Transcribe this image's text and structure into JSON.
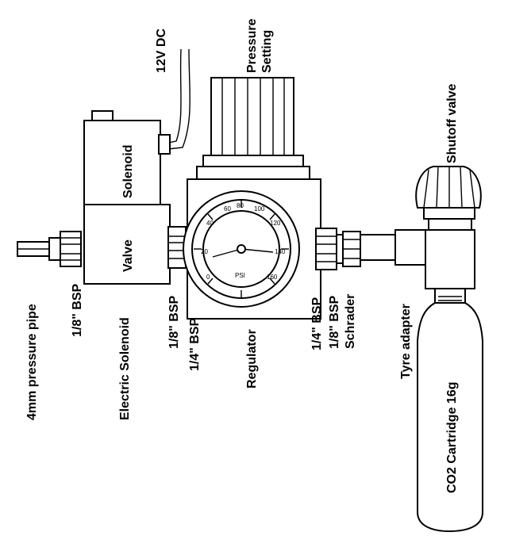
{
  "labels": {
    "power": "12V DC",
    "pressure_setting_line1": "Pressure",
    "pressure_setting_line2": "Setting",
    "shutoff_valve": "Shutoff valve",
    "solenoid": "Solenoid",
    "valve": "Valve",
    "pipe": "4mm pressure pipe",
    "bsp_18_left": "1/8\" BSP",
    "electric_solenoid": "Electric Solenoid",
    "bsp_18_mid": "1/8\" BSP",
    "bsp_14_left": "1/4\" BSP",
    "regulator": "Regulator",
    "bsp_14_right": "1/4\" BSP",
    "bsp_18_right": "1/8\" BSP",
    "schrader": "Schrader",
    "tyre_adapter": "Tyre adapter",
    "co2_cartridge": "CO2 Cartridge 16g"
  },
  "gauge": {
    "unit": "PSI",
    "ticks": [
      "0",
      "20",
      "40",
      "60",
      "80",
      "100",
      "120",
      "140",
      "160"
    ]
  }
}
